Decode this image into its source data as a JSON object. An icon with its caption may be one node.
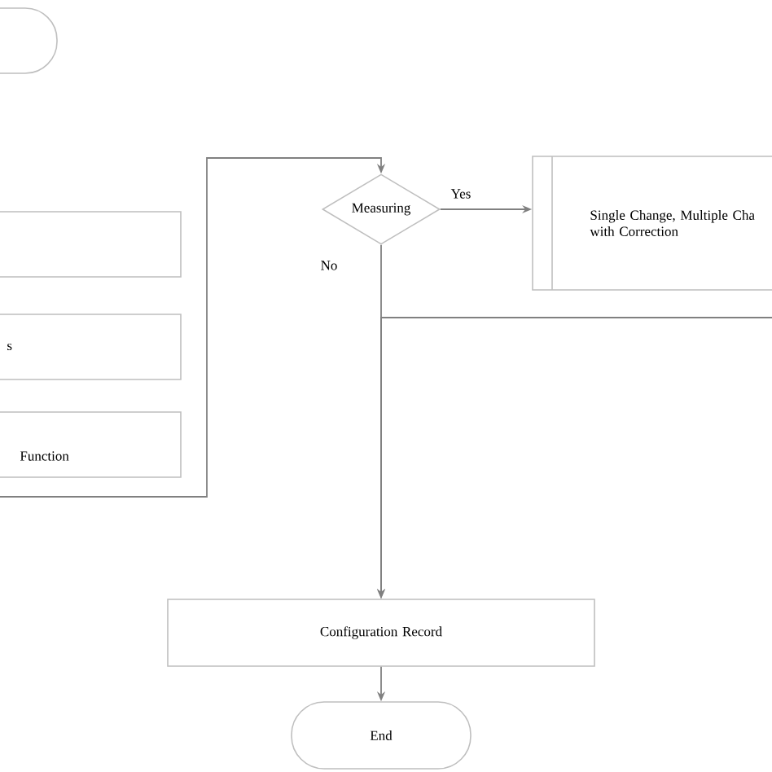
{
  "diagram": {
    "nodes": [
      {
        "text": [],
        "shape": "oval"
      },
      {
        "text": [],
        "shape": "box"
      },
      {
        "text": [
          "s"
        ]
      },
      {
        "text": [
          "Function"
        ]
      },
      {
        "text": [
          "Measuring"
        ]
      },
      {
        "text": [
          "Single Change, Multiple Cha with Correction"
        ]
      },
      {
        "text": [
          "Configuration Record"
        ]
      },
      {
        "text": [
          "End"
        ]
      }
    ],
    "edges": [
      {
        "from": null,
        "to": 4,
        "arrow": "to"
      },
      {
        "from": 4,
        "to": 5,
        "arrow": "to",
        "label": "Yes"
      },
      {
        "from": 4,
        "to": 6,
        "arrow": "to",
        "label": "No"
      },
      {
        "from": null,
        "to": 6,
        "arrow": "to"
      },
      {
        "from": 6,
        "to": 7,
        "arrow": "to"
      }
    ]
  }
}
